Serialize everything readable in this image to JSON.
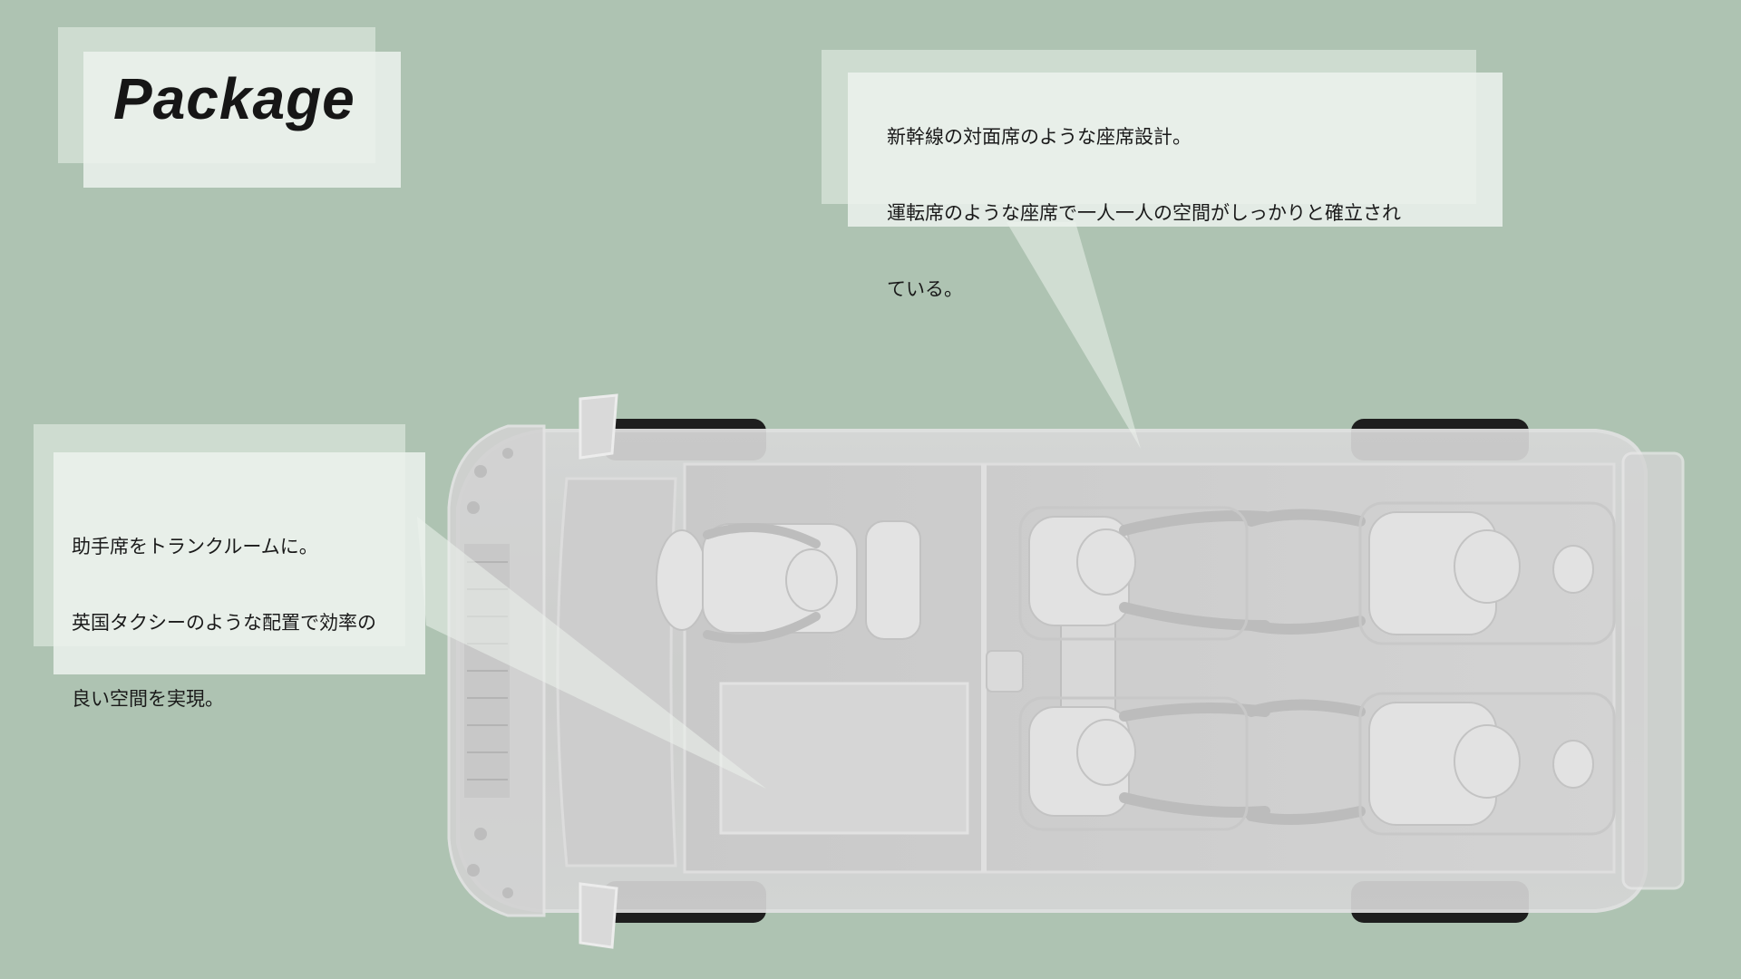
{
  "page": {
    "title": "Package",
    "background_color": "#aec3b2"
  },
  "callouts": {
    "top": {
      "lines": [
        "新幹線の対面席のような座席設計。",
        "運転席のような座席で一人一人の空間がしっかりと確立され",
        "ている。"
      ]
    },
    "left": {
      "lines": [
        "助手席をトランクルームに。",
        "英国タクシーのような配置で効率の",
        "良い空間を実現。"
      ]
    }
  },
  "illustration": {
    "subject": "top-down view of vehicle interior with driver and four facing rear passengers",
    "icon": "car-top-view"
  }
}
